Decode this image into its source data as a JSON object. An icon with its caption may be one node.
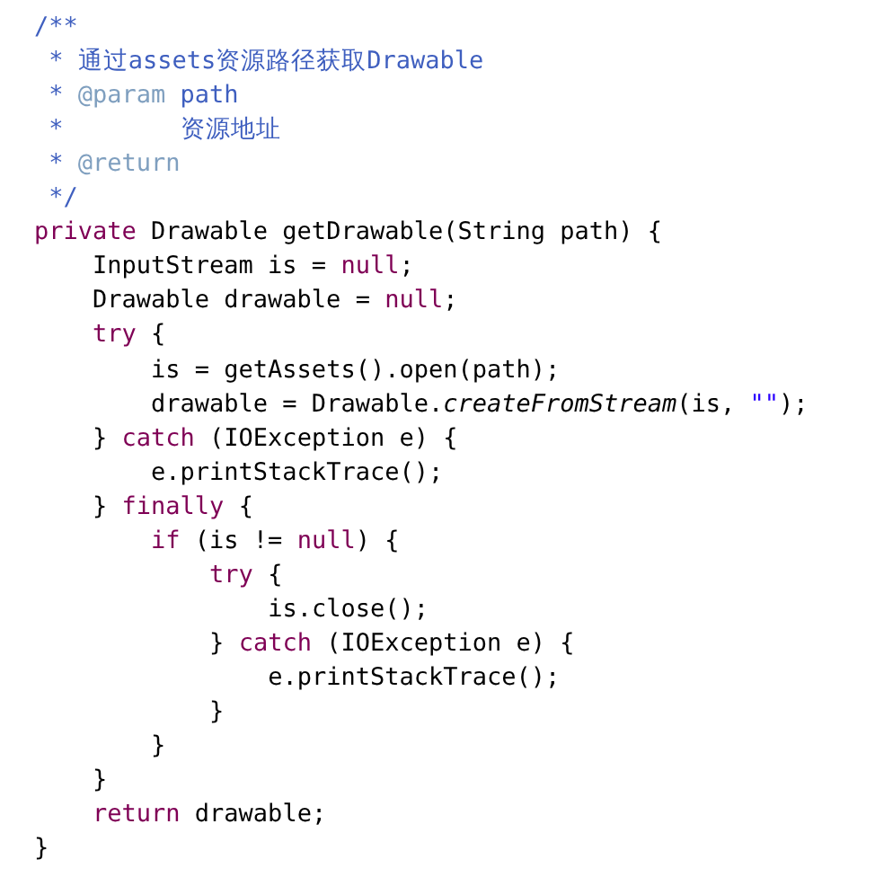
{
  "diagram": {
    "labels": [
      "/**",
      "*",
      "通过assets资源路径获取Drawable",
      "*",
      "@param",
      "path",
      "*",
      "资源地址",
      "*",
      "@return",
      "*/",
      "private",
      "Drawable getDrawable(String path) {",
      "InputStream is =",
      "null",
      ";",
      "Drawable drawable =",
      "null",
      ";",
      "try",
      "{",
      "is = getAssets().open(path);",
      "drawable = Drawable.*createFromStream*(is,",
      "\"\"",
      ");",
      "}",
      "catch",
      "(IOException e) {",
      "e.printStackTrace();",
      "}",
      "finally",
      "{",
      "if",
      "(is !=",
      "null",
      ") {",
      "try",
      "{",
      "is.close();",
      "}",
      "catch",
      "(IOException e) {",
      "e.printStackTrace();",
      "}",
      "}",
      "}",
      "return",
      "drawable;",
      "}"
    ]
  }
}
